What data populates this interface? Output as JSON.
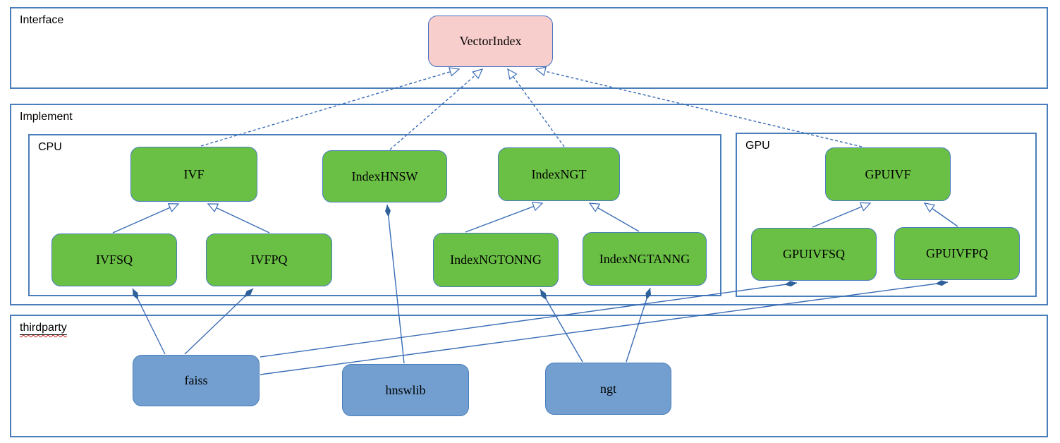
{
  "diagram": {
    "containers": {
      "interface": {
        "label": "Interface"
      },
      "implement": {
        "label": "Implement"
      },
      "cpu": {
        "label": "CPU"
      },
      "gpu": {
        "label": "GPU"
      },
      "thirdparty": {
        "label": "thirdparty"
      }
    },
    "nodes": {
      "vectorindex": {
        "label": "VectorIndex",
        "kind": "interface",
        "container": "interface"
      },
      "ivf": {
        "label": "IVF",
        "kind": "class",
        "container": "cpu"
      },
      "indexhnsw": {
        "label": "IndexHNSW",
        "kind": "class",
        "container": "cpu"
      },
      "indexngt": {
        "label": "IndexNGT",
        "kind": "class",
        "container": "cpu"
      },
      "ivfsq": {
        "label": "IVFSQ",
        "kind": "class",
        "container": "cpu"
      },
      "ivfpq": {
        "label": "IVFPQ",
        "kind": "class",
        "container": "cpu"
      },
      "indexngtonng": {
        "label": "IndexNGTONNG",
        "kind": "class",
        "container": "cpu"
      },
      "indexngtanng": {
        "label": "IndexNGTANNG",
        "kind": "class",
        "container": "cpu"
      },
      "gpuivf": {
        "label": "GPUIVF",
        "kind": "class",
        "container": "gpu"
      },
      "gpuivfsq": {
        "label": "GPUIVFSQ",
        "kind": "class",
        "container": "gpu"
      },
      "gpuivfpq": {
        "label": "GPUIVFPQ",
        "kind": "class",
        "container": "gpu"
      },
      "faiss": {
        "label": "faiss",
        "kind": "thirdparty",
        "container": "thirdparty"
      },
      "hnswlib": {
        "label": "hnswlib",
        "kind": "thirdparty",
        "container": "thirdparty"
      },
      "ngt": {
        "label": "ngt",
        "kind": "thirdparty",
        "container": "thirdparty"
      }
    },
    "edges": [
      {
        "from": "ivf",
        "to": "vectorindex",
        "relation": "realization",
        "line": "dashed",
        "head": "hollow-triangle"
      },
      {
        "from": "indexhnsw",
        "to": "vectorindex",
        "relation": "realization",
        "line": "dashed",
        "head": "hollow-triangle"
      },
      {
        "from": "indexngt",
        "to": "vectorindex",
        "relation": "realization",
        "line": "dashed",
        "head": "hollow-triangle"
      },
      {
        "from": "gpuivf",
        "to": "vectorindex",
        "relation": "realization",
        "line": "dashed",
        "head": "hollow-triangle"
      },
      {
        "from": "ivfsq",
        "to": "ivf",
        "relation": "generalization",
        "line": "solid",
        "head": "hollow-triangle"
      },
      {
        "from": "ivfpq",
        "to": "ivf",
        "relation": "generalization",
        "line": "solid",
        "head": "hollow-triangle"
      },
      {
        "from": "indexngtonng",
        "to": "indexngt",
        "relation": "generalization",
        "line": "solid",
        "head": "hollow-triangle"
      },
      {
        "from": "indexngtanng",
        "to": "indexngt",
        "relation": "generalization",
        "line": "solid",
        "head": "hollow-triangle"
      },
      {
        "from": "gpuivfsq",
        "to": "gpuivf",
        "relation": "generalization",
        "line": "solid",
        "head": "hollow-triangle"
      },
      {
        "from": "gpuivfpq",
        "to": "gpuivf",
        "relation": "generalization",
        "line": "solid",
        "head": "hollow-triangle"
      },
      {
        "from": "faiss",
        "to": "ivfsq",
        "relation": "composition",
        "line": "solid",
        "head": "filled-diamond"
      },
      {
        "from": "faiss",
        "to": "ivfpq",
        "relation": "composition",
        "line": "solid",
        "head": "filled-diamond"
      },
      {
        "from": "faiss",
        "to": "gpuivfsq",
        "relation": "composition",
        "line": "solid",
        "head": "filled-diamond"
      },
      {
        "from": "faiss",
        "to": "gpuivfpq",
        "relation": "composition",
        "line": "solid",
        "head": "filled-diamond"
      },
      {
        "from": "hnswlib",
        "to": "indexhnsw",
        "relation": "composition",
        "line": "solid",
        "head": "filled-diamond"
      },
      {
        "from": "ngt",
        "to": "indexngtonng",
        "relation": "composition",
        "line": "solid",
        "head": "filled-diamond"
      },
      {
        "from": "ngt",
        "to": "indexngtanng",
        "relation": "composition",
        "line": "solid",
        "head": "filled-diamond"
      }
    ],
    "colors": {
      "interface_fill": "#f8cecc",
      "class_fill": "#6abf45",
      "thirdparty_fill": "#729fcf",
      "container_border": "#4a7ebb",
      "node_border": "#4472c4",
      "edge_stroke": "#3a6cb5",
      "diamond_fill": "#2e6099",
      "spellcheck_underline": "#c9211e",
      "background": "#ffffff"
    }
  }
}
